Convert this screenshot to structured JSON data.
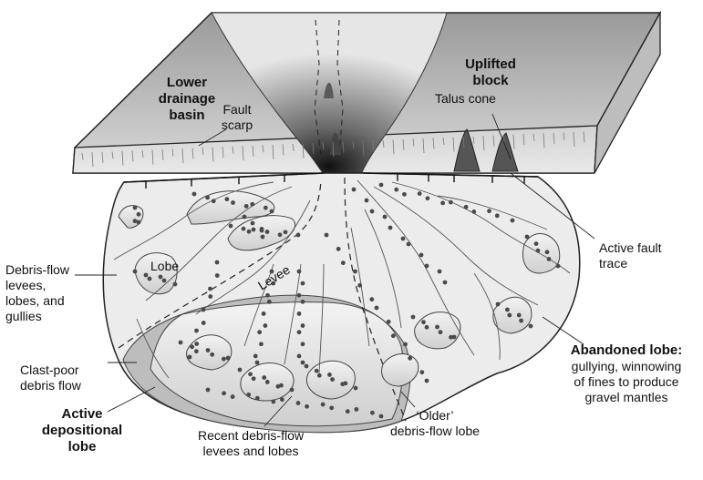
{
  "labels": {
    "lower_drainage_basin": [
      "Lower",
      "drainage",
      "basin"
    ],
    "fault_scarp": [
      "Fault",
      "scarp"
    ],
    "uplifted_block": [
      "Uplifted",
      "block"
    ],
    "talus_cone": "Talus cone",
    "active_fault_trace": [
      "Active fault",
      "trace"
    ],
    "debris_flow_levees": [
      "Debris-flow",
      "levees,",
      "lobes, and",
      "gullies"
    ],
    "lobe": "Lobe",
    "levee": "Levee",
    "clast_poor": [
      "Clast-poor",
      "debris flow"
    ],
    "active_depositional_lobe": [
      "Active",
      "depositional",
      "lobe"
    ],
    "recent_debris_flow": [
      "Recent debris-flow",
      "levees and lobes"
    ],
    "older_debris_flow_lobe": [
      "‘Older’",
      "debris-flow lobe"
    ],
    "abandoned_lobe_title": "Abandoned lobe:",
    "abandoned_lobe_desc": [
      "gullying, winnowing",
      "of fines to produce",
      "gravel mantles"
    ]
  }
}
